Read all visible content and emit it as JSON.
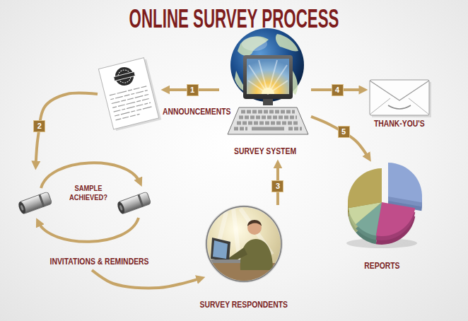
{
  "diagram": {
    "title": "ONLINE SURVEY PROCESS",
    "nodes": [
      {
        "text": [
          "SURVEY SYSTEM"
        ]
      },
      {
        "text": [
          "ANNOUNCEMENTS"
        ]
      },
      {
        "text": [
          "SAMPLE ACHIEVED?",
          "INVITATIONS & REMINDERS"
        ]
      },
      {
        "text": [
          "SURVEY RESPONDENTS"
        ]
      },
      {
        "text": [
          "THANK-YOU'S"
        ]
      },
      {
        "text": [
          "REPORTS"
        ]
      }
    ],
    "edges": [
      {
        "from": 0,
        "to": 1,
        "label": "1",
        "arrow": "to"
      },
      {
        "from": 1,
        "to": 2,
        "label": "2",
        "arrow": "to"
      },
      {
        "from": 2,
        "to": 3,
        "arrow": "to"
      },
      {
        "from": 3,
        "to": 0,
        "label": "3",
        "arrow": "to"
      },
      {
        "from": 0,
        "to": 4,
        "label": "4",
        "arrow": "to"
      },
      {
        "from": 0,
        "to": 5,
        "label": "5",
        "arrow": "to"
      }
    ]
  }
}
